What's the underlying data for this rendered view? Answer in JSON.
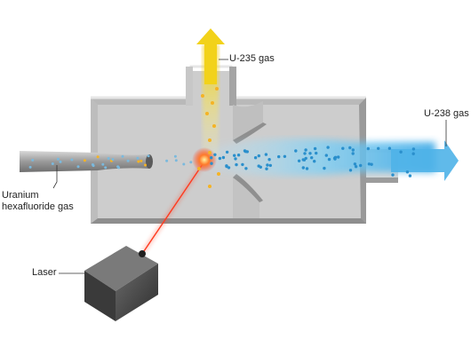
{
  "labels": {
    "u235": "U-235 gas",
    "u238": "U-238 gas",
    "uf6_line1": "Uranium",
    "uf6_line2": "hexafluoride gas",
    "laser": "Laser"
  },
  "colors": {
    "u235_arrow": "#f2d21a",
    "u238_arrow": "#5bb8e8",
    "laser_beam": "#ff3a1f",
    "u235_dot": "#f5b324",
    "u238_dot": "#2a8fcc",
    "wall_top": "#d4d4d4",
    "wall_side": "#a9a9a9",
    "floor": "#cfcfcf"
  }
}
